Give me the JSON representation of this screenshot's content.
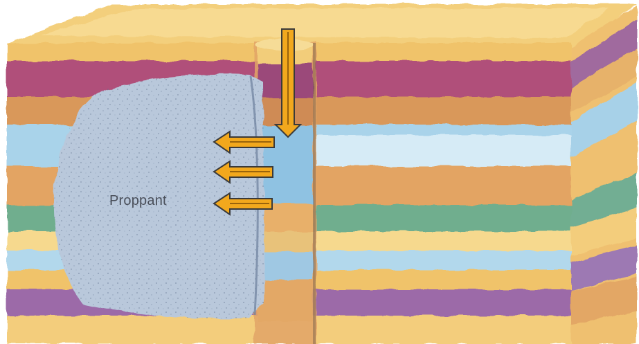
{
  "labels": {
    "proppant": "Proppant"
  },
  "colors": {
    "sand": "#f0c36a",
    "sand_light": "#f6d98e",
    "ochre": "#d9985a",
    "rust": "#c9784a",
    "magenta": "#b0507a",
    "purple": "#9c6aa8",
    "sky": "#a9d3ea",
    "sky_light": "#cfe7f4",
    "green": "#6fae8e",
    "proppant": "#b9c8db",
    "proppant_dark": "#8fa3bf",
    "arrow_fill": "#f2a81d",
    "arrow_stroke": "#3a3a3a"
  },
  "arrows": {
    "injection": "down-arrow",
    "flow": [
      "left-arrow",
      "left-arrow",
      "left-arrow"
    ]
  }
}
